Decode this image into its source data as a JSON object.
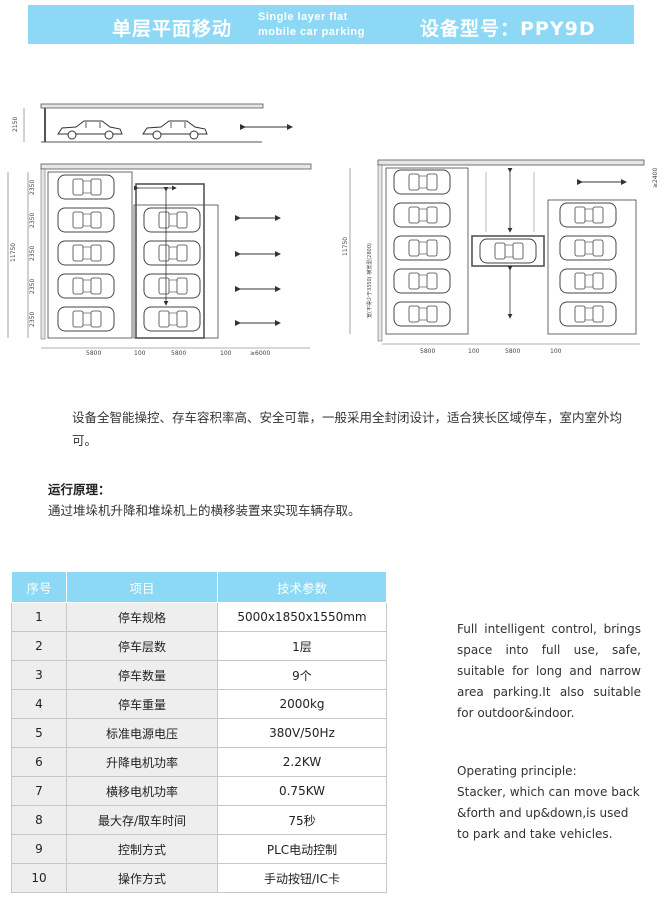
{
  "header": {
    "title_cn": "单层平面移动",
    "title_en_line1": "Single layer flat",
    "title_en_line2": "mobile car parking",
    "model": "设备型号：PPY9D"
  },
  "diagram": {
    "side_dim": "2150",
    "left_plan": {
      "height_total": "11750",
      "row_dims": [
        "2350",
        "2350",
        "2350",
        "2350",
        "2350"
      ],
      "bottom_dims": [
        "5800",
        "100",
        "5800",
        "100",
        "≥6000"
      ]
    },
    "right_plan": {
      "height_total": "11750",
      "side_note": "宽(不得少于3350) 横宽型(2800)",
      "top_dim": "≥2400",
      "bottom_dims": [
        "5800",
        "100",
        "5800",
        "100"
      ]
    }
  },
  "description": "设备全智能操控、存车容积率高、安全可靠，一般采用全封闭设计，适合狭长区域停车，室内室外均可。",
  "principle": {
    "title": "运行原理：",
    "text": "通过堆垛机升降和堆垛机上的横移装置来实现车辆存取。"
  },
  "spec_table": {
    "headers": [
      "序号",
      "项目",
      "技术参数"
    ],
    "rows": [
      [
        "1",
        "停车规格",
        "5000x1850x1550mm"
      ],
      [
        "2",
        "停车层数",
        "1层"
      ],
      [
        "3",
        "停车数量",
        "9个"
      ],
      [
        "4",
        "停车重量",
        "2000kg"
      ],
      [
        "5",
        "标准电源电压",
        "380V/50Hz"
      ],
      [
        "6",
        "升降电机功率",
        "2.2KW"
      ],
      [
        "7",
        "横移电机功率",
        "0.75KW"
      ],
      [
        "8",
        "最大存/取车时间",
        "75秒"
      ],
      [
        "9",
        "控制方式",
        "PLC电动控制"
      ],
      [
        "10",
        "操作方式",
        "手动按钮/IC卡"
      ]
    ]
  },
  "english": {
    "para1": "Full intelligent control, brings space into full use, safe, suitable for long and narrow area parking.It also suitable for outdoor&indoor.",
    "para2_title": "Operating principle:",
    "para2": "Stacker, which can move back &forth and up&down,is used to park and take vehicles."
  }
}
